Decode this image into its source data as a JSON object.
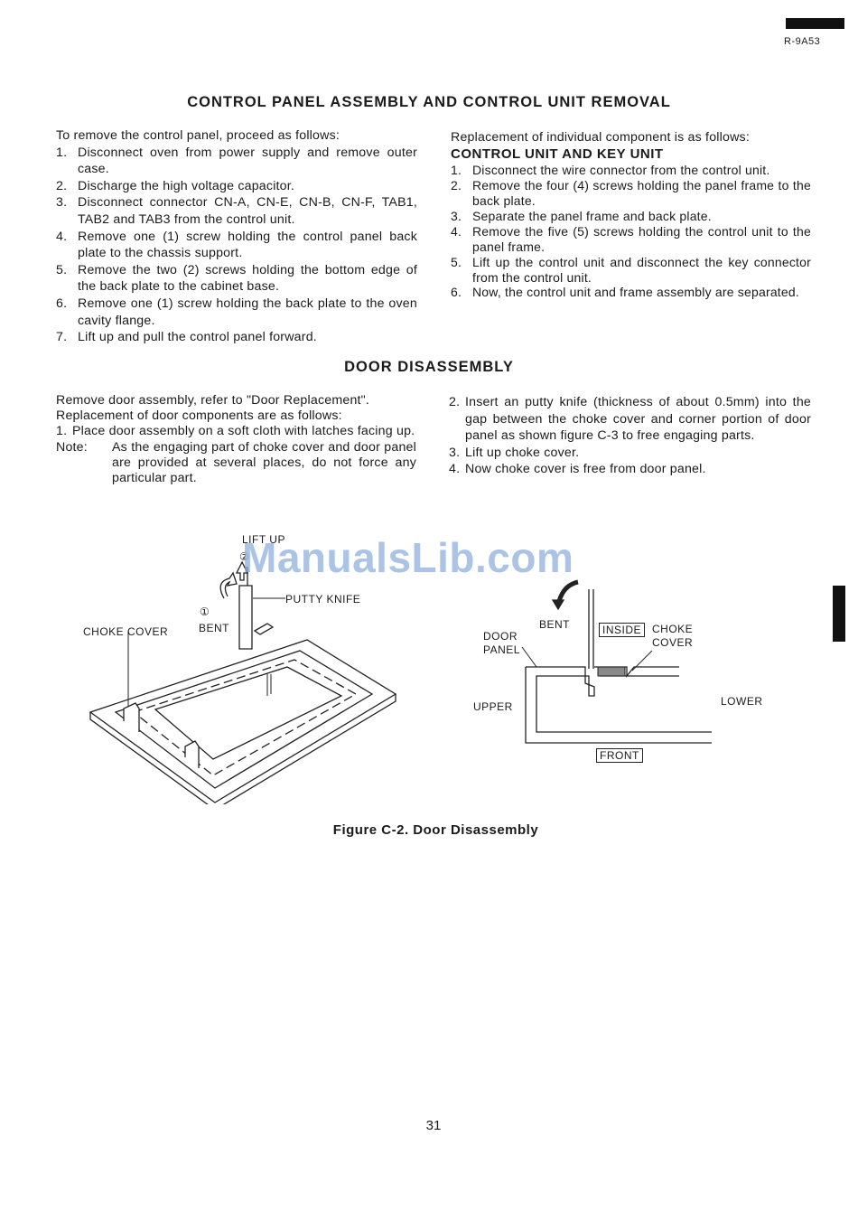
{
  "header": {
    "model_code": "R-9A53"
  },
  "section1": {
    "title": "CONTROL PANEL ASSEMBLY AND CONTROL UNIT REMOVAL",
    "left_intro": "To remove the control panel, proceed as follows:",
    "left_steps": [
      {
        "num": "1.",
        "text": "Disconnect oven from power supply and remove outer case."
      },
      {
        "num": "2.",
        "text": "Discharge the high voltage capacitor."
      },
      {
        "num": "3.",
        "text": "Disconnect connector CN-A, CN-E, CN-B, CN-F, TAB1, TAB2 and TAB3 from the control unit."
      },
      {
        "num": "4.",
        "text": "Remove one (1) screw holding the control panel back plate to the chassis support."
      },
      {
        "num": "5.",
        "text": "Remove the two (2) screws holding the bottom edge of the back plate to the cabinet base."
      },
      {
        "num": "6.",
        "text": "Remove one (1) screw holding the back plate to the oven cavity flange."
      },
      {
        "num": "7.",
        "text": "Lift up and pull the control panel forward."
      }
    ],
    "right_intro": "Replacement of individual component is as follows:",
    "right_subtitle": "CONTROL UNIT AND KEY UNIT",
    "right_steps": [
      {
        "num": "1.",
        "text": "Disconnect the wire connector from the control unit."
      },
      {
        "num": "2.",
        "text": "Remove the four (4) screws holding the panel frame to the back plate."
      },
      {
        "num": "3.",
        "text": "Separate the panel frame and back plate."
      },
      {
        "num": "4.",
        "text": "Remove the five (5) screws holding the control unit to the panel frame."
      },
      {
        "num": "5.",
        "text": "Lift up the control unit and disconnect the key connector from the control unit."
      },
      {
        "num": "6.",
        "text": "Now, the control unit and frame assembly are separated."
      }
    ]
  },
  "section2": {
    "title": "DOOR DISASSEMBLY",
    "left_intro1": "Remove door assembly, refer to \"Door Replacement\".",
    "left_intro2": "Replacement of door components are as follows:",
    "left_step1_num": "1.",
    "left_step1_text": "Place door assembly on a soft cloth with latches facing up.",
    "note_label": "Note:",
    "note_text": "As the engaging part of choke cover and door panel are provided at several places, do not force any particular part.",
    "right_steps": [
      {
        "num": "2.",
        "text": "Insert an putty knife (thickness of about 0.5mm) into the gap between the choke cover and corner portion of door panel as shown figure C-3 to free engaging parts."
      },
      {
        "num": "3.",
        "text": "Lift up choke cover."
      },
      {
        "num": "4.",
        "text": "Now choke cover is free from door panel."
      }
    ]
  },
  "figure": {
    "labels": {
      "lift_up": "LIFT UP",
      "step2_mark": "②",
      "putty_knife": "PUTTY KNIFE",
      "step1_mark": "①",
      "bent_left": "BENT",
      "choke_cover_left": "CHOKE COVER",
      "bent_right": "BENT",
      "door_panel": "DOOR PANEL",
      "inside": "INSIDE",
      "choke_cover_right": "CHOKE COVER",
      "upper": "UPPER",
      "lower": "LOWER",
      "front": "FRONT"
    },
    "caption": "Figure C-2. Door Disassembly"
  },
  "watermark": "ManualsLib.com",
  "footer": {
    "page_number": "31"
  }
}
